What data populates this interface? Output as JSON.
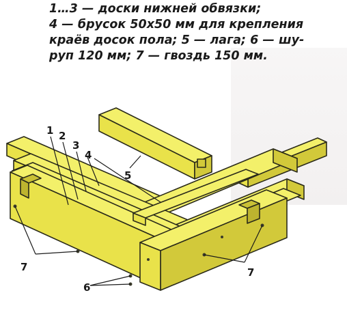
{
  "caption": {
    "line1": "1…3 — доски нижней обвязки;",
    "line2": "4 — брусок 50х50 мм для крепления",
    "line3": "краёв досок пола; 5 — лага; 6 — шу-",
    "line4": "руп 120 мм; 7 — гвоздь 150 мм."
  },
  "labels": {
    "board_1": "1",
    "board_2": "2",
    "board_3": "3",
    "block_4": "4",
    "joist_5": "5",
    "screw_6": "6",
    "nail_7_left": "7",
    "nail_7_right": "7"
  },
  "colors": {
    "wood_top": "#f3f06a",
    "wood_front": "#e9e24a",
    "wood_side": "#d2c93a",
    "outline": "#2a2a1a"
  }
}
